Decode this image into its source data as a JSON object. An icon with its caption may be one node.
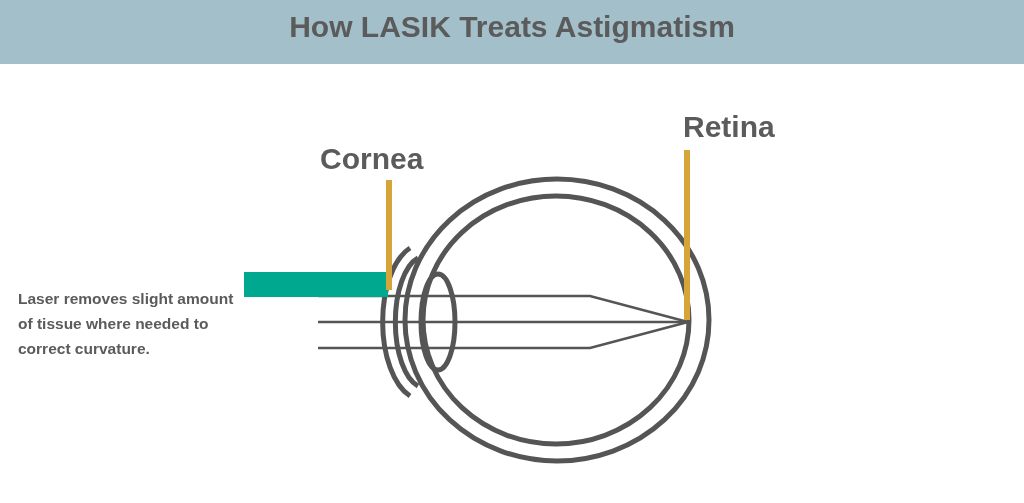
{
  "diagram": {
    "title": "How LASIK Treats Astigmatism",
    "nodes": [
      {
        "text": [
          "Cornea"
        ]
      },
      {
        "text": [
          "Retina"
        ]
      },
      {
        "text": [],
        "shape": "picture"
      },
      {
        "text": [],
        "shape": "picture"
      },
      {
        "text": [],
        "shape": "bar"
      }
    ],
    "edges": [
      {
        "from": 0,
        "to": 2,
        "arrow": "none"
      },
      {
        "from": 1,
        "to": 3,
        "arrow": "none"
      }
    ],
    "labels": [
      "Laser removes slight amount of tissue where needed to correct curvature."
    ]
  }
}
